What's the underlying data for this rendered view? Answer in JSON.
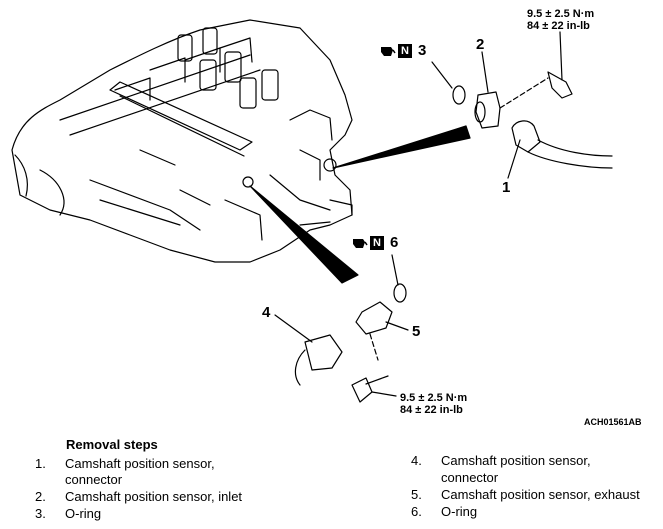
{
  "figure": {
    "callouts": {
      "c1": "1",
      "c2": "2",
      "c3": "3",
      "c4": "4",
      "c5": "5",
      "c6": "6"
    },
    "flag_symbol": "N",
    "flag_icon": "oil-drop-icon",
    "torque_top": {
      "line1": "9.5 ± 2.5 N·m",
      "line2": "84 ± 22 in-lb"
    },
    "torque_bottom": {
      "line1": "9.5 ± 2.5 N·m",
      "line2": "84 ± 22 in-lb"
    },
    "figure_id": "ACH01561AB"
  },
  "removal": {
    "title": "Removal steps",
    "left": [
      {
        "num": "1.",
        "line1": "Camshaft position sensor,",
        "line2": "connector"
      },
      {
        "num": "2.",
        "line1": "Camshaft position sensor, inlet",
        "line2": ""
      },
      {
        "num": "3.",
        "line1": "O-ring",
        "line2": ""
      }
    ],
    "right": [
      {
        "num": "4.",
        "line1": "Camshaft position sensor,",
        "line2": "connector"
      },
      {
        "num": "5.",
        "line1": "Camshaft position sensor, exhaust",
        "line2": ""
      },
      {
        "num": "6.",
        "line1": "O-ring",
        "line2": ""
      }
    ]
  }
}
